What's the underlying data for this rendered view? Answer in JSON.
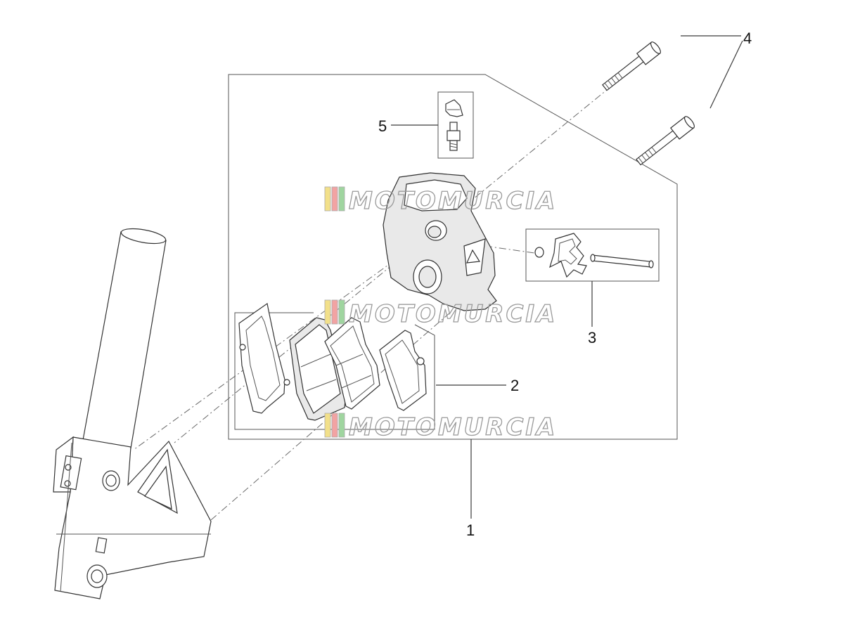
{
  "callouts": {
    "c1": "1",
    "c2": "2",
    "c3": "3",
    "c4": "4",
    "c5": "5"
  },
  "watermark": {
    "text": "MOTOMURCIA",
    "colors": [
      "#f2e08a",
      "#f2a3a3",
      "#9fd59f",
      "#aaaaaa"
    ]
  },
  "colors": {
    "line": "#3a3a3a",
    "background": "#ffffff"
  }
}
